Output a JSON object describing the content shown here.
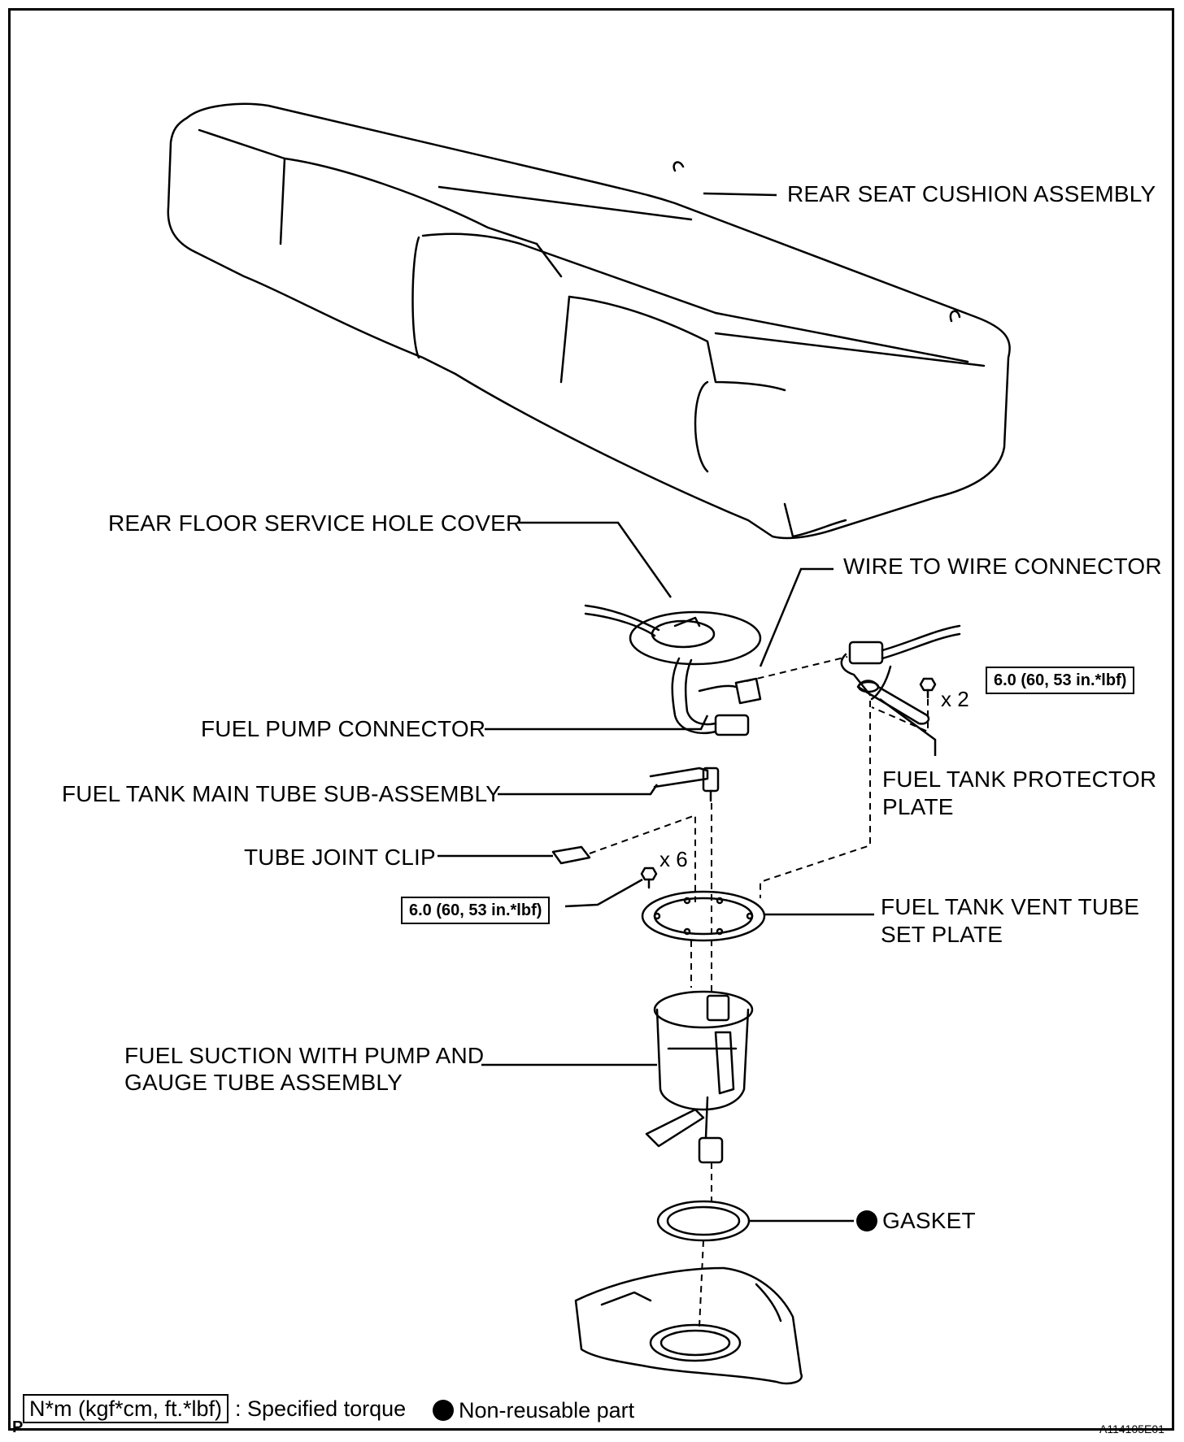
{
  "labels": {
    "rear_seat_cushion": "REAR SEAT CUSHION ASSEMBLY",
    "rear_floor_service_hole_cover": "REAR FLOOR SERVICE HOLE COVER",
    "wire_to_wire_connector": "WIRE TO WIRE CONNECTOR",
    "fuel_pump_connector": "FUEL PUMP CONNECTOR",
    "fuel_tank_main_tube": "FUEL TANK MAIN TUBE SUB-ASSEMBLY",
    "fuel_tank_protector_plate_1": "FUEL TANK PROTECTOR",
    "fuel_tank_protector_plate_2": "PLATE",
    "tube_joint_clip": "TUBE JOINT CLIP",
    "fuel_tank_vent_tube_1": "FUEL TANK VENT TUBE",
    "fuel_tank_vent_tube_2": "SET PLATE",
    "fuel_suction_1": "FUEL SUCTION WITH PUMP AND",
    "fuel_suction_2": "GAUGE TUBE ASSEMBLY",
    "gasket": "GASKET"
  },
  "torques": {
    "protector_plate": "6.0 (60, 53 in.*lbf)",
    "set_plate": "6.0 (60, 53 in.*lbf)"
  },
  "quantities": {
    "protector_bolts": "x 2",
    "set_plate_bolts": "x 6"
  },
  "legend": {
    "torque_units": "N*m (kgf*cm, ft.*lbf)",
    "torque_desc": ": Specified torque",
    "non_reusable": "Non-reusable part"
  },
  "footer": {
    "corner": "P",
    "figure_id": "A114105E01"
  }
}
